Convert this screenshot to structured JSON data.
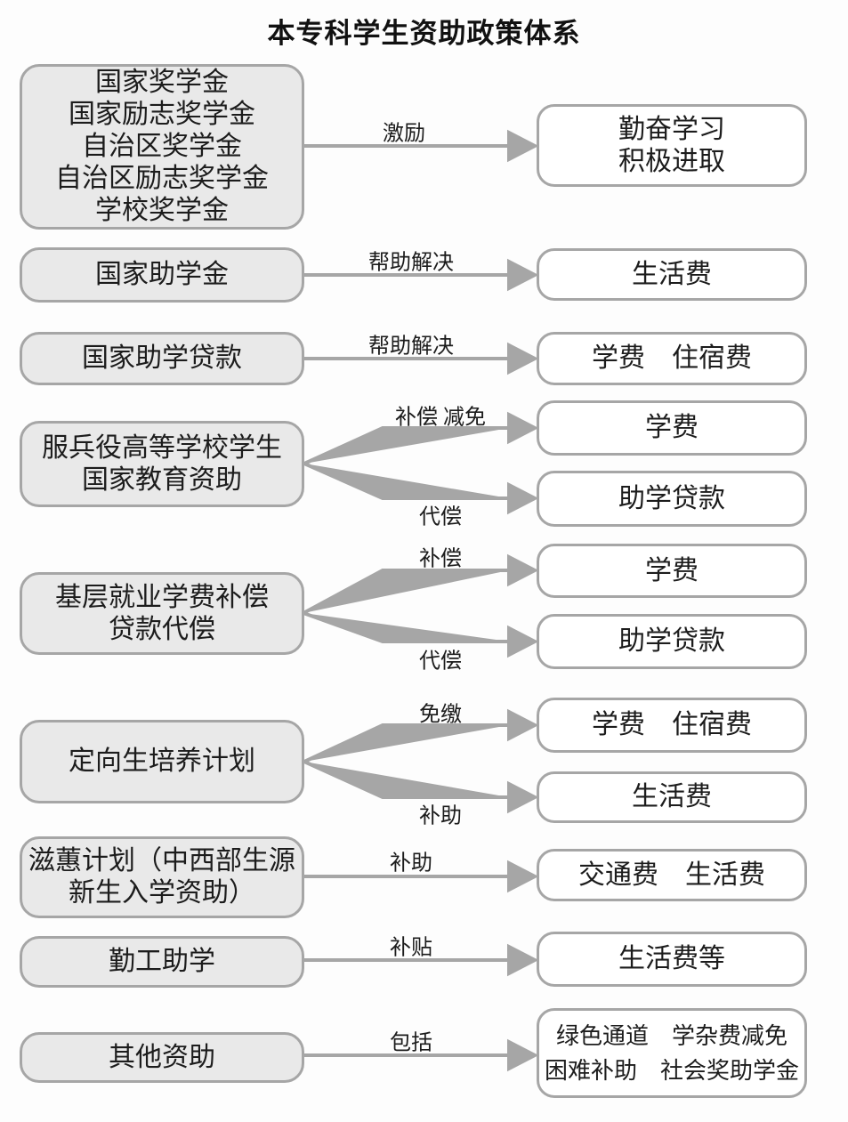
{
  "title": "本专科学生资助政策体系",
  "colors": {
    "box_border": "#a6a6a6",
    "source_fill": "#e9e9e9",
    "target_fill": "#ffffff",
    "arrow": "#a6a6a6",
    "text": "#1c1c1c",
    "background": "#fdfdfd"
  },
  "diagram": {
    "rows": [
      {
        "source": "国家奖学金\n国家励志奖学金\n自治区奖学金\n自治区励志奖学金\n学校奖学金",
        "links": [
          {
            "label": "激励",
            "target": "勤奋学习\n积极进取"
          }
        ]
      },
      {
        "source": "国家助学金",
        "links": [
          {
            "label": "帮助解决",
            "target": "生活费"
          }
        ]
      },
      {
        "source": "国家助学贷款",
        "links": [
          {
            "label": "帮助解决",
            "target": "学费　住宿费"
          }
        ]
      },
      {
        "source": "服兵役高等学校学生\n国家教育资助",
        "links": [
          {
            "label": "补偿 减免",
            "target": "学费"
          },
          {
            "label": "代偿",
            "target": "助学贷款"
          }
        ]
      },
      {
        "source": "基层就业学费补偿\n贷款代偿",
        "links": [
          {
            "label": "补偿",
            "target": "学费"
          },
          {
            "label": "代偿",
            "target": "助学贷款"
          }
        ]
      },
      {
        "source": "定向生培养计划",
        "links": [
          {
            "label": "免缴",
            "target": "学费　住宿费"
          },
          {
            "label": "补助",
            "target": "生活费"
          }
        ]
      },
      {
        "source": "滋蕙计划（中西部生源\n新生入学资助）",
        "links": [
          {
            "label": "补助",
            "target": "交通费　生活费"
          }
        ]
      },
      {
        "source": "勤工助学",
        "links": [
          {
            "label": "补贴",
            "target": "生活费等"
          }
        ]
      },
      {
        "source": "其他资助",
        "links": [
          {
            "label": "包括",
            "target": "绿色通道　学杂费减免\n困难补助　社会奖助学金"
          }
        ]
      }
    ]
  }
}
